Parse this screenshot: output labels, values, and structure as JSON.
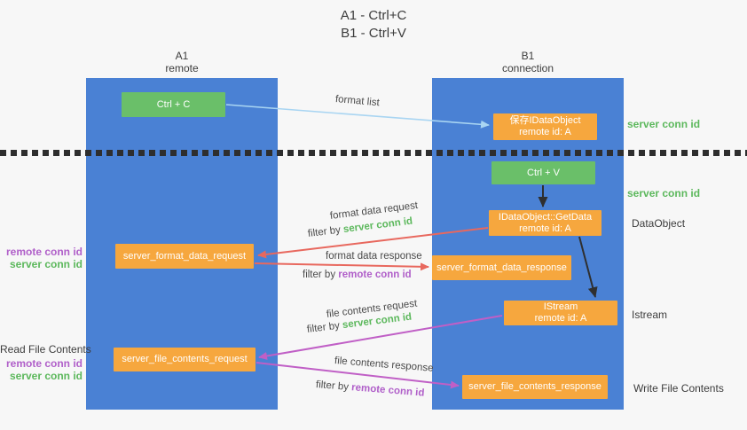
{
  "title": {
    "line1": "A1 - Ctrl+C",
    "line2": "B1 - Ctrl+V"
  },
  "columns": {
    "left": {
      "name": "A1",
      "subtitle": "remote"
    },
    "right": {
      "name": "B1",
      "subtitle": "connection"
    }
  },
  "boxes": {
    "ctrl_c": {
      "label": "Ctrl + C"
    },
    "save_dataobject": {
      "line1": "保存IDataObject",
      "line2": "remote id: A"
    },
    "ctrl_v": {
      "label": "Ctrl + V"
    },
    "getdata": {
      "line1": "IDataObject::GetData",
      "line2": "remote id: A"
    },
    "format_request": {
      "label": "server_format_data_request"
    },
    "format_response": {
      "label": "server_format_data_response"
    },
    "istream": {
      "line1": "IStream",
      "line2": "remote id: A"
    },
    "file_request": {
      "label": "server_file_contents_request"
    },
    "file_response": {
      "label": "server_file_contents_response"
    }
  },
  "side_labels": {
    "server_conn_id_top": "server conn id",
    "server_conn_id_mid": "server conn id",
    "dataobject": "DataObject",
    "istream": "Istream",
    "write_file_contents": "Write File Contents",
    "read_file_contents": "Read File Contents",
    "mid_left": {
      "remote_conn_id": "remote conn id",
      "server_conn_id": "server conn id"
    },
    "bottom_left": {
      "remote_conn_id": "remote conn id",
      "server_conn_id": "server conn id"
    }
  },
  "arrow_labels": {
    "format_list": "format list",
    "format_data_request": "format data request",
    "format_data_response": "format data response",
    "file_contents_request": "file contents request",
    "file_contents_response": "file contents response",
    "filter_by": "filter by",
    "server_conn_id": "server conn id",
    "remote_conn_id": "remote conn id"
  },
  "colors": {
    "lifeline_blue": "#4a81d4",
    "action_green": "#6abf69",
    "message_orange": "#f6a73e",
    "arrow_light_blue": "#a9d5f2",
    "arrow_red": "#e8685e",
    "arrow_magenta": "#c05fc6",
    "arrow_black": "#2f2f2f",
    "label_green": "#5cb85c",
    "label_purple": "#b05fc9"
  }
}
